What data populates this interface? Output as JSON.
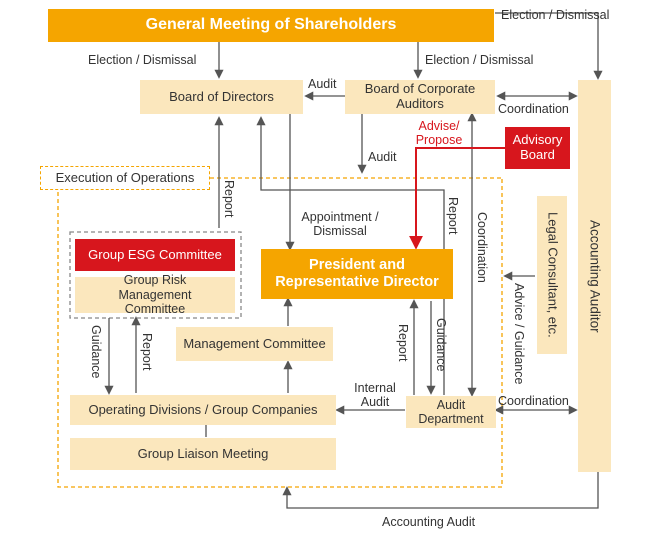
{
  "nodes": {
    "general_meeting": "General Meeting of Shareholders",
    "board_directors": "Board of Directors",
    "board_auditors": "Board of Corporate Auditors",
    "advisory_board": "Advisory Board",
    "execution": "Execution of Operations",
    "esg_committee": "Group ESG Committee",
    "risk_committee": "Group Risk Management Committee",
    "president": "President and Representative Director",
    "management_committee": "Management Committee",
    "operating_divisions": "Operating Divisions / Group Companies",
    "liaison_meeting": "Group Liaison Meeting",
    "audit_department": "Audit Department",
    "legal_consultant": "Legal Consultant, etc.",
    "accounting_auditor": "Accounting Auditor"
  },
  "labels": {
    "election_top_right": "Election / Dismissal",
    "election_left": "Election / Dismissal",
    "election_mid": "Election / Dismissal",
    "audit_bcad_bod": "Audit",
    "coordination_upper": "Coordination",
    "advise_propose": "Advise/ Propose",
    "audit_bcad_down": "Audit",
    "report_to_bod": "Report",
    "appointment": "Appointment / Dismissal",
    "report_president": "Report",
    "coordination_vertical": "Coordination",
    "advice_guidance": "Advice / Guidance",
    "guidance_left": "Guidance",
    "report_left": "Report",
    "report_audit": "Report",
    "guidance_audit": "Guidance",
    "internal_audit": "Internal Audit",
    "coordination_lower": "Coordination",
    "accounting_audit": "Accounting Audit"
  },
  "colors": {
    "accent_orange": "#f5a500",
    "light_box": "#fbe7bd",
    "red": "#d7161d",
    "line": "#555555"
  }
}
